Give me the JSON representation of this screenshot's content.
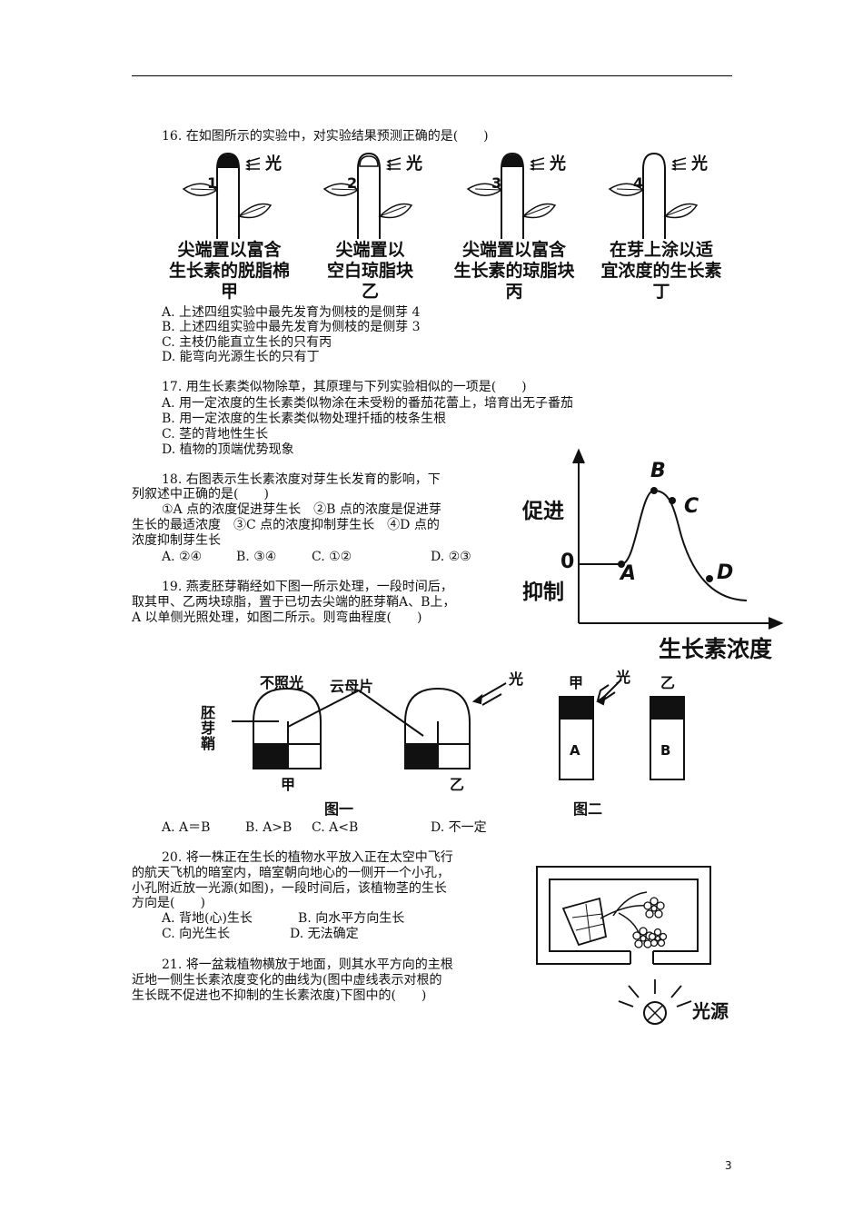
{
  "q16": {
    "stem": "16. 在如图所示的实验中，对实验结果预测正确的是(　　)",
    "light": "光",
    "plants": [
      {
        "number": "1",
        "line1": "尖端置以富含",
        "line2": "生长素的脱脂棉",
        "name": "甲"
      },
      {
        "number": "2",
        "line1": "尖端置以",
        "line2": "空白琼脂块",
        "name": "乙"
      },
      {
        "number": "3",
        "line1": "尖端置以富含",
        "line2": "生长素的琼脂块",
        "name": "丙"
      },
      {
        "number": "4",
        "line1": "在芽上涂以适",
        "line2": "宜浓度的生长素",
        "name": "丁"
      }
    ],
    "options": [
      "A. 上述四组实验中最先发育为侧枝的是侧芽 4",
      "B. 上述四组实验中最先发育为侧枝的是侧芽 3",
      "C. 主枝仍能直立生长的只有丙",
      "D. 能弯向光源生长的只有丁"
    ]
  },
  "q17": {
    "stem": "17. 用生长素类似物除草，其原理与下列实验相似的一项是(　　)",
    "options": [
      "A. 用一定浓度的生长素类似物涂在未受粉的番茄花蕾上，培育出无子番茄",
      "B. 用一定浓度的生长素类似物处理扦插的枝条生根",
      "C. 茎的背地性生长",
      "D. 植物的顶端优势现象"
    ]
  },
  "q18": {
    "lines": [
      "18. 右图表示生长素浓度对芽生长发育的影响，下",
      "列叙述中正确的是(　　)",
      "①A 点的浓度促进芽生长　②B 点的浓度是促进芽",
      "生长的最适浓度　③C 点的浓度抑制芽生长　④D 点的",
      "浓度抑制芽生长"
    ],
    "options": [
      "A. ②④",
      "B. ③④",
      "C. ①②",
      "D. ②③"
    ]
  },
  "graph18": {
    "ylabel_promote": "促进",
    "ylabel_zero": "0",
    "ylabel_inhibit": "抑制",
    "xlabel": "生长素浓度",
    "points": [
      "A",
      "B",
      "C",
      "D"
    ]
  },
  "q19": {
    "lines": [
      "19. 燕麦胚芽鞘经如下图一所示处理，一段时间后，",
      "取其甲、乙两块琼脂，置于已切去尖端的胚芽鞘A、B上，",
      "A 以单侧光照处理，如图二所示。则弯曲程度(　　)"
    ],
    "options": [
      "A. A＝B",
      "B. A>B",
      "C. A<B",
      "D. 不一定"
    ]
  },
  "fig19": {
    "no_light": "不照光",
    "mica": "云母片",
    "coleoptile": "胚\n芽\n鞘",
    "light": "光",
    "block_a_label": "甲",
    "block_b_label": "乙",
    "fig1_caption": "图一",
    "fig2_caption": "图二",
    "jia": "甲",
    "yi": "乙",
    "tube_a": "A",
    "tube_b": "B"
  },
  "q20": {
    "lines": [
      "20. 将一株正在生长的植物水平放入正在太空中飞行",
      "的航天飞机的暗室内，暗室朝向地心的一侧开一个小孔，",
      "小孔附近放一光源(如图)，一段时间后，该植物茎的生长",
      "方向是(　　)"
    ],
    "options": [
      "A. 背地(心)生长",
      "B. 向水平方向生长",
      "C. 向光生长",
      "D. 无法确定"
    ],
    "light_source": "光源"
  },
  "q21": {
    "lines": [
      "21. 将一盆栽植物横放于地面，则其水平方向的主根",
      "近地一侧生长素浓度变化的曲线为(图中虚线表示对根的",
      "生长既不促进也不抑制的生长素浓度)下图中的(　　)"
    ]
  },
  "page_number": "3"
}
